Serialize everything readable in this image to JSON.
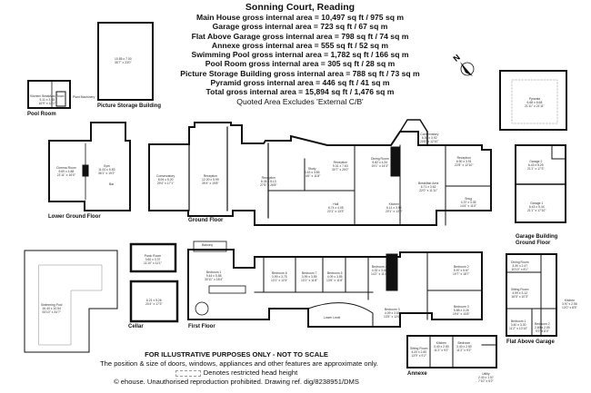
{
  "header": {
    "title": "Sonning Court, Reading",
    "areas": [
      "Main House gross internal area = 10,497 sq ft / 975 sq m",
      "Garage gross internal area = 723 sq ft / 67 sq m",
      "Flat Above Garage gross internal area = 798 sq ft / 74 sq m",
      "Annexe gross internal area = 555 sq ft / 52 sq m",
      "Swimming Pool gross internal area = 1,782 sq ft / 166 sq m",
      "Pool Room gross internal area = 305 sq ft / 28 sq m",
      "Picture Storage Building gross internal area = 788 sq ft / 73 sq m",
      "Pyramid gross internal area = 446 sq ft / 41 sq m",
      "Total gross internal area = 15,894 sq ft / 1,476 sq m"
    ],
    "note": "Quoted Area Excludes 'External C/B'"
  },
  "compass": {
    "label": "N",
    "icon": "north-arrow-icon"
  },
  "captions": {
    "picture_storage": "Picture Storage Building",
    "pool_room": "Pool Room",
    "lower_ground": "Lower Ground Floor",
    "ground_floor": "Ground Floor",
    "garage_building": "Garage Building",
    "garage_building_2": "Ground Floor",
    "cellar": "Cellar",
    "first_floor": "First Floor",
    "flat_above_garage": "Flat Above Garage",
    "annexe": "Annexe"
  },
  "rooms": {
    "picture_storage": {
      "name": "",
      "dims": "10.85 x 7.00",
      "imperial": "35'7\" x 23'0\""
    },
    "pool_kitchen": {
      "name": "Kitchen/ Breakfast Room",
      "dims": "5.11 x 3.68",
      "imperial": "16'9\" x 12'1\""
    },
    "pool_plant": {
      "name": "Plant Machinery",
      "dims": "",
      "imperial": ""
    },
    "pool_shower": {
      "name": "Shower Room",
      "dims": "",
      "imperial": ""
    },
    "pyramid": {
      "name": "Pyramid",
      "dims": "6.68 x 6.68",
      "imperial": "21'11\" x 21'11\""
    },
    "cinema": {
      "name": "Cinema Room",
      "dims": "6.69 x 4.88",
      "imperial": "21'11\" x 16'0\""
    },
    "gym": {
      "name": "Gym",
      "dims": "11.00 x 5.83",
      "imperial": "36'1\" x 19'2\""
    },
    "bar": {
      "name": "Bar",
      "dims": "",
      "imperial": ""
    },
    "conservatory_w": {
      "name": "Conservatory",
      "dims": "8.94 x 5.20",
      "imperial": "29'4\" x 17'1\""
    },
    "reception_1": {
      "name": "Reception",
      "dims": "12.00 x 5.99",
      "imperial": "39'4\" x 19'8\""
    },
    "reception_2": {
      "name": "Reception",
      "dims": "8.36 x 8.13",
      "imperial": "27'5\" x 26'8\""
    },
    "study": {
      "name": "Study",
      "dims": "4.43 x 3.55",
      "imperial": "14'6\" x 11'8\""
    },
    "reception_3": {
      "name": "Reception",
      "dims": "9.31 x 7.63",
      "imperial": "30'7\" x 25'0\""
    },
    "hall": {
      "name": "Hall",
      "dims": "6.74 x 4.05",
      "imperial": "22'1\" x 13'3\""
    },
    "dining": {
      "name": "Dining Room",
      "dims": "5.82 x 4.34",
      "imperial": "19'1\" x 14'3\""
    },
    "conservatory_e": {
      "name": "Conservatory",
      "dims": "6.30 x 3.92",
      "imperial": "20'8\" x 12'10\""
    },
    "kitchen": {
      "name": "Kitchen",
      "dims": "6.11 x 3.95",
      "imperial": "20'1\" x 13'0\""
    },
    "breakfast": {
      "name": "Breakfast Area",
      "dims": "6.71 x 3.62",
      "imperial": "22'0\" x 11'11\""
    },
    "reception_4": {
      "name": "Reception",
      "dims": "6.90 x 3.91",
      "imperial": "22'8\" x 12'10\""
    },
    "snug": {
      "name": "Snug",
      "dims": "4.37 x 3.35",
      "imperial": "14'4\" x 11'0\""
    },
    "garage_2": {
      "name": "Garage 2",
      "dims": "6.43 x 5.25",
      "imperial": "21'1\" x 17'3\""
    },
    "garage_1": {
      "name": "Garage 1",
      "dims": "6.43 x 5.44",
      "imperial": "21'1\" x 17'10\""
    },
    "swimming_pool": {
      "name": "Swimming Pool",
      "dims": "16.40 x 10.54",
      "imperial": "53'10\" x 34'7\""
    },
    "panic_room": {
      "name": "Panic Room",
      "dims": "3.60 x 3.37",
      "imperial": "11'10\" x 11'1\""
    },
    "cellar": {
      "name": "",
      "dims": "6.21 x 5.26",
      "imperial": "20'4\" x 17'3\""
    },
    "balcony": {
      "name": "Balcony",
      "dims": "",
      "imperial": ""
    },
    "bedroom_1": {
      "name": "Bedroom 1",
      "dims": "9.44 x 5.58",
      "imperial": "30'11\" x 18'4\""
    },
    "bedroom_6": {
      "name": "Bedroom 6",
      "dims": "3.99 x 3.75",
      "imperial": "13'1\" x 12'4\""
    },
    "bedroom_7": {
      "name": "Bedroom 7",
      "dims": "3.99 x 3.55",
      "imperial": "13'1\" x 11'8\""
    },
    "bedroom_5": {
      "name": "Bedroom 5",
      "dims": "4.09 x 3.55",
      "imperial": "13'5\" x 11'8\""
    },
    "bedroom_4": {
      "name": "Bedroom 4",
      "dims": "4.32 x 3.46",
      "imperial": "14'2\" x 11'4\""
    },
    "bedroom_2": {
      "name": "Bedroom 2",
      "dims": "5.97 x 5.67",
      "imperial": "19'7\" x 18'7\""
    },
    "bedroom_3a": {
      "name": "Bedroom 3",
      "dims": "4.09 x 3.81",
      "imperial": "13'5\" x 12'6\""
    },
    "bedroom_3": {
      "name": "Bedroom 3",
      "dims": "5.88 x 3.26",
      "imperial": "19'4\" x 10'8\""
    },
    "lower_level": {
      "name": "Lower Level",
      "dims": "",
      "imperial": ""
    },
    "flat_dining": {
      "name": "Dining Room",
      "dims": "3.30 x 2.47",
      "imperial": "10'10\" x 8'1\""
    },
    "flat_sitting": {
      "name": "Sitting Room",
      "dims": "4.99 x 3.12",
      "imperial": "16'5\" x 10'3\""
    },
    "flat_kitchen": {
      "name": "Kitchen",
      "dims": "3.97 x 2.56",
      "imperial": "13'0\" x 8'5\""
    },
    "flat_bedroom_1": {
      "name": "Bedroom 1",
      "dims": "3.40 x 3.30",
      "imperial": "11'2\" x 10'10\""
    },
    "flat_bedroom_2": {
      "name": "Bedroom 2",
      "dims": "2.80 x 2.55",
      "imperial": "9'2\" x 8'4\""
    },
    "annexe_sitting": {
      "name": "Sitting Room",
      "dims": "4.20 x 2.80",
      "imperial": "13'9\" x 9'2\""
    },
    "annexe_kitchen": {
      "name": "Kitchen",
      "dims": "3.40 x 2.80",
      "imperial": "11'2\" x 9'2\""
    },
    "annexe_bedroom": {
      "name": "Bedroom",
      "dims": "3.40 x 2.80",
      "imperial": "11'2\" x 9'2\""
    },
    "annexe_utility": {
      "name": "Utility",
      "dims": "2.40 x 1.57",
      "imperial": "7'10\" x 5'2\""
    }
  },
  "footer": {
    "disclaimer": "FOR ILLUSTRATIVE PURPOSES ONLY - NOT TO SCALE",
    "position_note": "The position & size of doors, windows, appliances and other features are approximate only.",
    "legend": "Denotes restricted head height",
    "copyright": "© ehouse. Unauthorised reproduction prohibited. Drawing ref. dig/8238951/DMS"
  },
  "colors": {
    "wall": "#111111",
    "thin_line": "#555555",
    "dashed": "#999999",
    "background": "#ffffff"
  }
}
